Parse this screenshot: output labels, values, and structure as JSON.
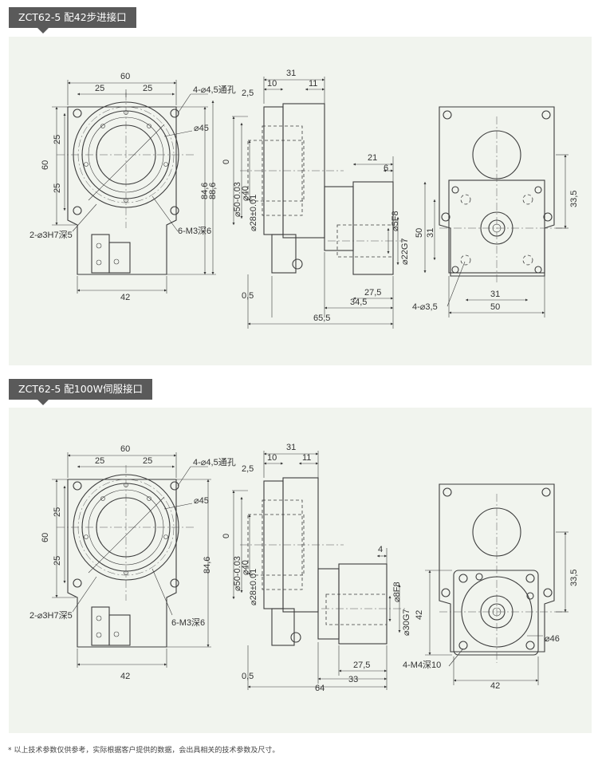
{
  "sections": [
    {
      "title": "ZCT62-5 配42步进接口",
      "front": {
        "w60": "60",
        "w25a": "25",
        "w25b": "25",
        "holes": "4-⌀4,5通孔",
        "dia45": "⌀45",
        "h60": "60",
        "h25a": "25",
        "h25b": "25",
        "h846": "84,6",
        "h886": "88,6",
        "pin": "2-⌀3H7深5",
        "m3": "6-M3深6",
        "b42": "42"
      },
      "side": {
        "d31": "31",
        "d10": "10",
        "d11": "11",
        "d25": "2,5",
        "d0": "0",
        "d50": "⌀50-0.03",
        "d40": "⌀40",
        "d28": "⌀28±0.01",
        "d21": "21",
        "d6": "6",
        "dshaft": "⌀5F8",
        "dpilot": "⌀22G7",
        "d05": "0,5",
        "d275": "27,5",
        "d345": "34,5",
        "d655": "65,5"
      },
      "back": {
        "h335": "33,5",
        "h50": "50",
        "h31": "31",
        "w31": "31",
        "w50": "50",
        "holes": "4-⌀3,5"
      }
    },
    {
      "title": "ZCT62-5 配100W伺服接口",
      "front": {
        "w60": "60",
        "w25a": "25",
        "w25b": "25",
        "holes": "4-⌀4,5通孔",
        "dia45": "⌀45",
        "h60": "60",
        "h25a": "25",
        "h25b": "25",
        "h846": "84,6",
        "pin": "2-⌀3H7深5",
        "m3": "6-M3深6",
        "b42": "42"
      },
      "side": {
        "d31": "31",
        "d10": "10",
        "d11": "11",
        "d25": "2,5",
        "d0": "0",
        "d50": "⌀50-0.03",
        "d40": "⌀40",
        "d28": "⌀28±0.01",
        "d4": "4",
        "dshaft": "⌀8F8",
        "dpilot": "⌀30G7",
        "d05": "0,5",
        "d275": "27,5",
        "d33": "33",
        "d64": "64"
      },
      "back": {
        "h335": "33,5",
        "h42": "42",
        "dia46": "⌀46",
        "holes": "4-M4深10",
        "w42": "42"
      }
    }
  ],
  "footnote": "* 以上技术参数仅供参考，实际根据客户提供的数据，会出具相关的技术参数及尺寸。"
}
